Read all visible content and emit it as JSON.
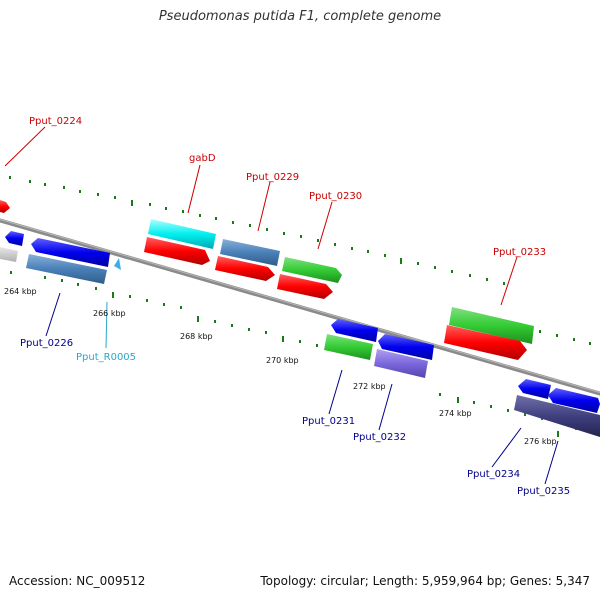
{
  "title": "Pseudomonas putida F1, complete genome",
  "footer": {
    "accession": "Accession: NC_009512",
    "summary": "Topology: circular; Length: 5,959,964 bp; Genes: 5,347"
  },
  "colors": {
    "forward_label": "#cc0000",
    "reverse_label": "#00008b",
    "rna_label": "#2aa8c8",
    "backbone": "#808080",
    "tick": "#1a7a1a"
  },
  "ruler": {
    "unit": "kbp",
    "labels": [
      "264 kbp",
      "266 kbp",
      "268 kbp",
      "270 kbp",
      "272 kbp",
      "274 kbp",
      "276 kbp"
    ]
  },
  "genes": [
    {
      "name": "Pput_0224",
      "strand": "forward",
      "color": "red"
    },
    {
      "name": "Pput_0226",
      "strand": "reverse",
      "color": "blue"
    },
    {
      "name": "Pput_R0005",
      "strand": "reverse",
      "color": "light-blue"
    },
    {
      "name": "gabD",
      "strand": "forward",
      "color": "cyan"
    },
    {
      "name": "Pput_0229",
      "strand": "forward",
      "color": "steel-blue"
    },
    {
      "name": "Pput_0230",
      "strand": "forward",
      "color": "green"
    },
    {
      "name": "Pput_0231",
      "strand": "reverse",
      "color": "green"
    },
    {
      "name": "Pput_0232",
      "strand": "reverse",
      "color": "purple"
    },
    {
      "name": "Pput_0233",
      "strand": "forward",
      "color": "green"
    },
    {
      "name": "Pput_0234",
      "strand": "reverse",
      "color": "blue"
    },
    {
      "name": "Pput_0235",
      "strand": "reverse",
      "color": "dark-purple"
    }
  ]
}
